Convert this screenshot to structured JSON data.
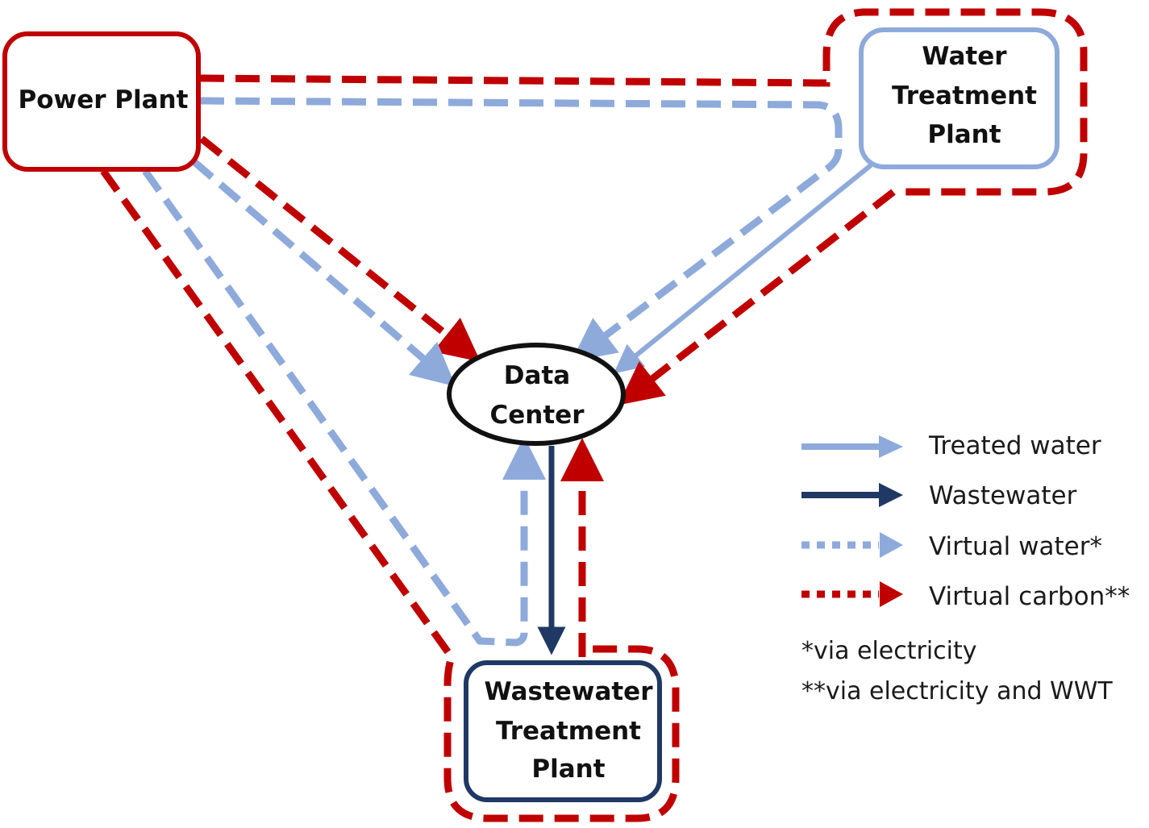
{
  "colors": {
    "virtual_carbon": "#c00000",
    "treated_water": "#8eaadb",
    "virtual_water": "#8eaadb",
    "wastewater": "#1f3864",
    "data_center_outline": "#111111",
    "power_plant_outline": "#c00000",
    "water_plant_outline": "#8eaadb",
    "wastewater_plant_outline": "#1f3864"
  },
  "nodes": {
    "power_plant": {
      "lines": [
        "Power Plant"
      ]
    },
    "water_treatment_plant": {
      "lines": [
        "Water",
        "Treatment",
        "Plant"
      ]
    },
    "data_center": {
      "lines": [
        "Data",
        "Center"
      ]
    },
    "wastewater_treatment_plant": {
      "lines": [
        "Wastewater",
        "Treatment",
        "Plant"
      ]
    }
  },
  "flows": [
    {
      "from": "Power Plant",
      "to": "Data Center",
      "type": "Virtual carbon"
    },
    {
      "from": "Power Plant",
      "to": "Data Center",
      "type": "Virtual water"
    },
    {
      "from": "Power Plant",
      "to": "Water Treatment Plant",
      "type": "Virtual carbon"
    },
    {
      "from": "Power Plant",
      "to": "Water Treatment Plant",
      "type": "Virtual water"
    },
    {
      "from": "Water Treatment Plant",
      "to": "Data Center",
      "type": "Treated water"
    },
    {
      "from": "Water Treatment Plant",
      "to": "Data Center",
      "type": "Virtual water"
    },
    {
      "from": "Water Treatment Plant",
      "to": "Data Center",
      "type": "Virtual carbon"
    },
    {
      "from": "Data Center",
      "to": "Wastewater Treatment Plant",
      "type": "Wastewater"
    },
    {
      "from": "Wastewater Treatment Plant",
      "to": "Data Center",
      "type": "Virtual water"
    },
    {
      "from": "Wastewater Treatment Plant",
      "to": "Data Center",
      "type": "Virtual carbon"
    },
    {
      "from": "Power Plant",
      "to": "Wastewater Treatment Plant",
      "type": "Virtual carbon"
    },
    {
      "from": "Power Plant",
      "to": "Wastewater Treatment Plant",
      "type": "Virtual water"
    }
  ],
  "legend": {
    "items": [
      {
        "key": "treated_water",
        "label": "Treated water",
        "style": "solid",
        "color": "#8eaadb"
      },
      {
        "key": "wastewater",
        "label": "Wastewater",
        "style": "solid",
        "color": "#1f3864"
      },
      {
        "key": "virtual_water",
        "label": "Virtual water*",
        "style": "dotted",
        "color": "#8eaadb"
      },
      {
        "key": "virtual_carbon",
        "label": "Virtual carbon**",
        "style": "dotted",
        "color": "#c00000"
      }
    ],
    "notes": [
      "*via electricity",
      "**via electricity and WWT"
    ]
  }
}
